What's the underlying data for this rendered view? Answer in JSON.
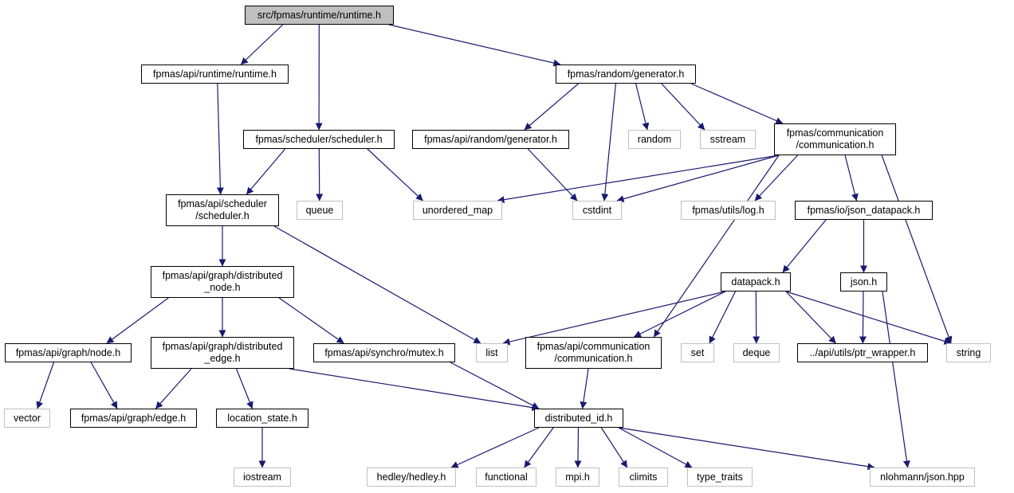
{
  "colors": {
    "edge": "#191970",
    "root_fill": "#bfbfbf",
    "local_border": "#000000",
    "external_border": "#c0c0c0",
    "text": "#000000"
  },
  "nodes": [
    {
      "id": "root",
      "label": "src/fpmas/runtime/runtime.h",
      "kind": "root"
    },
    {
      "id": "api_runtime",
      "label": "fpmas/api/runtime/runtime.h",
      "kind": "local"
    },
    {
      "id": "random_generator",
      "label": "fpmas/random/generator.h",
      "kind": "local"
    },
    {
      "id": "scheduler",
      "label": "fpmas/scheduler/scheduler.h",
      "kind": "local"
    },
    {
      "id": "api_random_generator",
      "label": "fpmas/api/random/generator.h",
      "kind": "local"
    },
    {
      "id": "random",
      "label": "random",
      "kind": "external"
    },
    {
      "id": "sstream",
      "label": "sstream",
      "kind": "external"
    },
    {
      "id": "communication",
      "label": "fpmas/communication\n/communication.h",
      "kind": "local"
    },
    {
      "id": "api_scheduler",
      "label": "fpmas/api/scheduler\n/scheduler.h",
      "kind": "local"
    },
    {
      "id": "queue",
      "label": "queue",
      "kind": "external"
    },
    {
      "id": "unordered_map",
      "label": "unordered_map",
      "kind": "external"
    },
    {
      "id": "cstdint",
      "label": "cstdint",
      "kind": "external"
    },
    {
      "id": "log",
      "label": "fpmas/utils/log.h",
      "kind": "external"
    },
    {
      "id": "json_datapack",
      "label": "fpmas/io/json_datapack.h",
      "kind": "local"
    },
    {
      "id": "distributed_node",
      "label": "fpmas/api/graph/distributed\n_node.h",
      "kind": "local"
    },
    {
      "id": "datapack",
      "label": "datapack.h",
      "kind": "local"
    },
    {
      "id": "json",
      "label": "json.h",
      "kind": "local"
    },
    {
      "id": "node",
      "label": "fpmas/api/graph/node.h",
      "kind": "local"
    },
    {
      "id": "distributed_edge",
      "label": "fpmas/api/graph/distributed\n_edge.h",
      "kind": "local"
    },
    {
      "id": "mutex",
      "label": "fpmas/api/synchro/mutex.h",
      "kind": "local"
    },
    {
      "id": "list",
      "label": "list",
      "kind": "external"
    },
    {
      "id": "api_communication",
      "label": "fpmas/api/communication\n/communication.h",
      "kind": "local"
    },
    {
      "id": "set",
      "label": "set",
      "kind": "external"
    },
    {
      "id": "deque",
      "label": "deque",
      "kind": "external"
    },
    {
      "id": "ptr_wrapper",
      "label": "../api/utils/ptr_wrapper.h",
      "kind": "local"
    },
    {
      "id": "string",
      "label": "string",
      "kind": "external"
    },
    {
      "id": "vector",
      "label": "vector",
      "kind": "external"
    },
    {
      "id": "edge",
      "label": "fpmas/api/graph/edge.h",
      "kind": "local"
    },
    {
      "id": "location_state",
      "label": "location_state.h",
      "kind": "local"
    },
    {
      "id": "distributed_id",
      "label": "distributed_id.h",
      "kind": "local"
    },
    {
      "id": "iostream",
      "label": "iostream",
      "kind": "external"
    },
    {
      "id": "hedley",
      "label": "hedley/hedley.h",
      "kind": "external"
    },
    {
      "id": "functional",
      "label": "functional",
      "kind": "external"
    },
    {
      "id": "mpi",
      "label": "mpi.h",
      "kind": "external"
    },
    {
      "id": "climits",
      "label": "climits",
      "kind": "external"
    },
    {
      "id": "type_traits",
      "label": "type_traits",
      "kind": "external"
    },
    {
      "id": "nlohmann_json",
      "label": "nlohmann/json.hpp",
      "kind": "external"
    }
  ],
  "edges": [
    [
      "root",
      "api_runtime"
    ],
    [
      "root",
      "scheduler"
    ],
    [
      "root",
      "random_generator"
    ],
    [
      "api_runtime",
      "api_scheduler"
    ],
    [
      "random_generator",
      "api_random_generator"
    ],
    [
      "random_generator",
      "cstdint"
    ],
    [
      "random_generator",
      "random"
    ],
    [
      "random_generator",
      "sstream"
    ],
    [
      "random_generator",
      "communication"
    ],
    [
      "scheduler",
      "api_scheduler"
    ],
    [
      "scheduler",
      "queue"
    ],
    [
      "scheduler",
      "unordered_map"
    ],
    [
      "api_random_generator",
      "cstdint"
    ],
    [
      "communication",
      "unordered_map"
    ],
    [
      "communication",
      "cstdint"
    ],
    [
      "communication",
      "log"
    ],
    [
      "communication",
      "json_datapack"
    ],
    [
      "communication",
      "api_communication"
    ],
    [
      "communication",
      "string"
    ],
    [
      "api_scheduler",
      "distributed_node"
    ],
    [
      "api_scheduler",
      "list"
    ],
    [
      "json_datapack",
      "datapack"
    ],
    [
      "json_datapack",
      "json"
    ],
    [
      "distributed_node",
      "node"
    ],
    [
      "distributed_node",
      "distributed_edge"
    ],
    [
      "distributed_node",
      "mutex"
    ],
    [
      "datapack",
      "list"
    ],
    [
      "datapack",
      "api_communication"
    ],
    [
      "datapack",
      "set"
    ],
    [
      "datapack",
      "deque"
    ],
    [
      "datapack",
      "ptr_wrapper"
    ],
    [
      "datapack",
      "string"
    ],
    [
      "json",
      "ptr_wrapper"
    ],
    [
      "json",
      "nlohmann_json"
    ],
    [
      "node",
      "vector"
    ],
    [
      "node",
      "edge"
    ],
    [
      "distributed_edge",
      "edge"
    ],
    [
      "distributed_edge",
      "location_state"
    ],
    [
      "distributed_edge",
      "distributed_id"
    ],
    [
      "mutex",
      "distributed_id"
    ],
    [
      "api_communication",
      "distributed_id"
    ],
    [
      "location_state",
      "iostream"
    ],
    [
      "distributed_id",
      "hedley"
    ],
    [
      "distributed_id",
      "functional"
    ],
    [
      "distributed_id",
      "mpi"
    ],
    [
      "distributed_id",
      "climits"
    ],
    [
      "distributed_id",
      "type_traits"
    ],
    [
      "distributed_id",
      "nlohmann_json"
    ]
  ]
}
